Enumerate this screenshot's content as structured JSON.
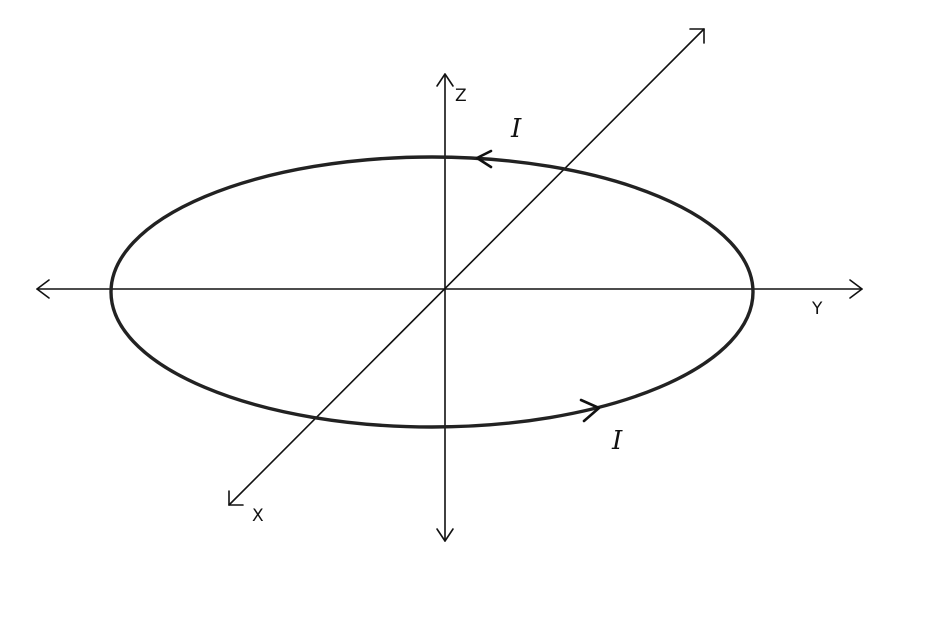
{
  "diagram": {
    "labels": {
      "z_axis": "Z",
      "y_axis": "Y",
      "x_axis": "X",
      "current_top": "I",
      "current_bottom": "I"
    },
    "colors": {
      "background": "#ffffff",
      "stroke": "#111111",
      "loop_stroke": "#222222"
    }
  }
}
